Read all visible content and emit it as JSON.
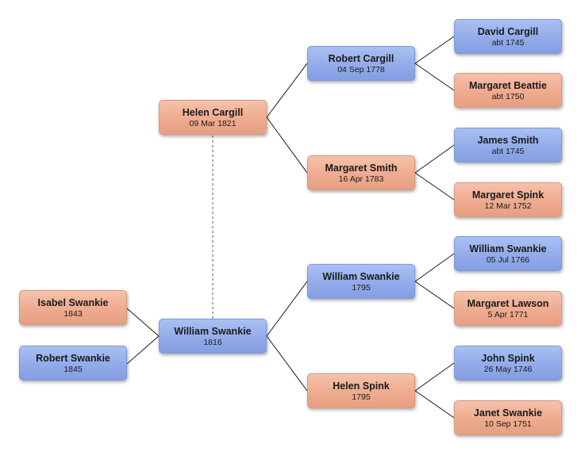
{
  "people": {
    "isabel_swankie": {
      "name": "Isabel Swankie",
      "date": "1843",
      "sex": "female"
    },
    "robert_swankie": {
      "name": "Robert Swankie",
      "date": "1845",
      "sex": "male"
    },
    "william_swankie": {
      "name": "William Swankie",
      "date": "1816",
      "sex": "male"
    },
    "helen_cargill": {
      "name": "Helen Cargill",
      "date": "09 Mar 1821",
      "sex": "female"
    },
    "robert_cargill": {
      "name": "Robert Cargill",
      "date": "04 Sep 1778",
      "sex": "male"
    },
    "margaret_smith": {
      "name": "Margaret Smith",
      "date": "16 Apr 1783",
      "sex": "female"
    },
    "william_swankie_f": {
      "name": "William Swankie",
      "date": "1795",
      "sex": "male"
    },
    "helen_spink": {
      "name": "Helen Spink",
      "date": "1795",
      "sex": "female"
    },
    "david_cargill": {
      "name": "David Cargill",
      "date": "abt 1745",
      "sex": "male"
    },
    "margaret_beattie": {
      "name": "Margaret Beattie",
      "date": "abt 1750",
      "sex": "female"
    },
    "james_smith": {
      "name": "James Smith",
      "date": "abt 1745",
      "sex": "male"
    },
    "margaret_spink": {
      "name": "Margaret Spink",
      "date": "12 Mar 1752",
      "sex": "female"
    },
    "william_swankie_gf": {
      "name": "William Swankie",
      "date": "05 Jul 1766",
      "sex": "male"
    },
    "margaret_lawson": {
      "name": "Margaret Lawson",
      "date": "5 Apr 1771",
      "sex": "female"
    },
    "john_spink": {
      "name": "John Spink",
      "date": "26 May 1746",
      "sex": "male"
    },
    "janet_swankie": {
      "name": "Janet Swankie",
      "date": "10 Sep 1751",
      "sex": "female"
    }
  },
  "colors": {
    "male": "#93abe9",
    "female": "#eeab8f",
    "line": "#1a1a1a",
    "spouse_link": "#777777"
  }
}
